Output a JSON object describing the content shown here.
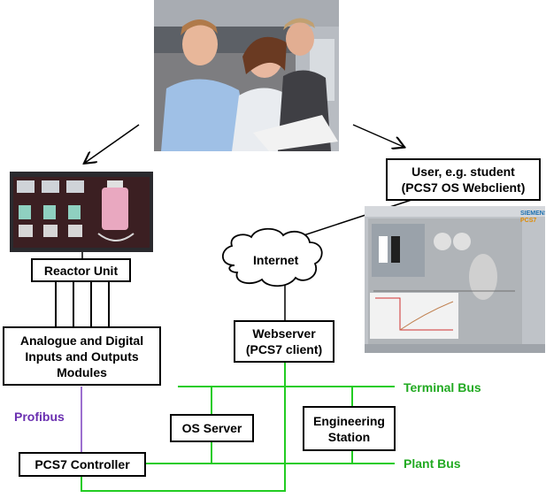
{
  "nodes": {
    "user_line1": "User, e.g. student",
    "user_line2": "(PCS7 OS Webclient)",
    "reactor_unit": "Reactor Unit",
    "io_line1": "Analogue and Digital",
    "io_line2": "Inputs and Outputs",
    "io_line3": "Modules",
    "internet": "Internet",
    "webserver_line1": "Webserver",
    "webserver_line2": "(PCS7 client)",
    "os_server": "OS Server",
    "eng_line1": "Engineering",
    "eng_line2": "Station",
    "controller": "PCS7 Controller"
  },
  "buses": {
    "terminal_bus": "Terminal Bus",
    "plant_bus": "Plant Bus",
    "profibus": "Profibus"
  },
  "screenshot": {
    "brand_line1": "SIEMENS",
    "brand_line2": "PCS7"
  },
  "colors": {
    "bus_green": "#22cc22",
    "profibus_purple": "#7b3fbf",
    "terminal_label": "#22aa22",
    "plant_label": "#22aa22",
    "profibus_label": "#6a2fb0"
  }
}
